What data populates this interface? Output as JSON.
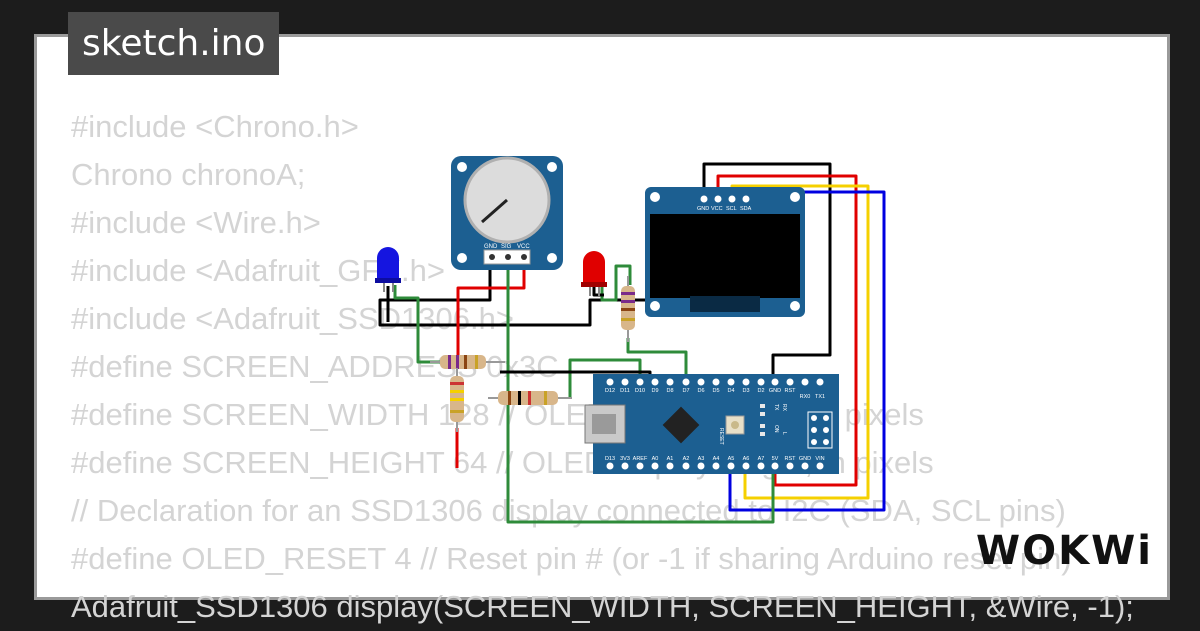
{
  "title": "sketch.ino",
  "code_lines": [
    "#include <Chrono.h>",
    "Chrono chronoA;",
    "#include <Wire.h>",
    "#include <Adafruit_GFX.h>",
    "#include <Adafruit_SSD1306.h>",
    "#define SCREEN_ADDRESS 0x3C",
    "#define SCREEN_WIDTH 128 // OLED display width, in pixels",
    "#define SCREEN_HEIGHT 64 // OLED display height, in pixels",
    "// Declaration for an SSD1306 display connected to I2C (SDA, SCL pins)",
    "#define OLED_RESET 4 // Reset pin # (or -1 if sharing Arduino reset pin)",
    "Adafruit_SSD1306 display(SCREEN_WIDTH, SCREEN_HEIGHT, &Wire, -1);"
  ],
  "logo": "WOKWi",
  "components": {
    "potentiometer": {
      "pins": [
        "GND",
        "SIG",
        "VCC"
      ]
    },
    "oled": {
      "pins": [
        "GND",
        "VCC",
        "SCL",
        "SDA"
      ]
    },
    "arduino": {
      "top_pins": [
        "D12",
        "D11",
        "D10",
        "D9",
        "D8",
        "D7",
        "D6",
        "D5",
        "D4",
        "D3",
        "D2",
        "GND",
        "RST",
        "RX0",
        "TX1"
      ],
      "bottom_pins": [
        "D13",
        "3V3",
        "AREF",
        "A0",
        "A1",
        "A2",
        "A3",
        "A4",
        "A5",
        "A6",
        "A7",
        "5V",
        "RST",
        "GND",
        "VIN"
      ],
      "labels": [
        "RESET",
        "TX",
        "RX",
        "ON",
        "L"
      ]
    }
  },
  "colors": {
    "background": "#1c1c1c",
    "card": "#ffffff",
    "code_text": "#d4d4d4",
    "board_blue": "#1c5f91",
    "wire_black": "#000000",
    "wire_red": "#e00000",
    "wire_yellow": "#f5d000",
    "wire_blue": "#0000e0",
    "wire_green": "#2e8b3a",
    "led_red": "#e00000",
    "led_blue": "#1515e0"
  }
}
